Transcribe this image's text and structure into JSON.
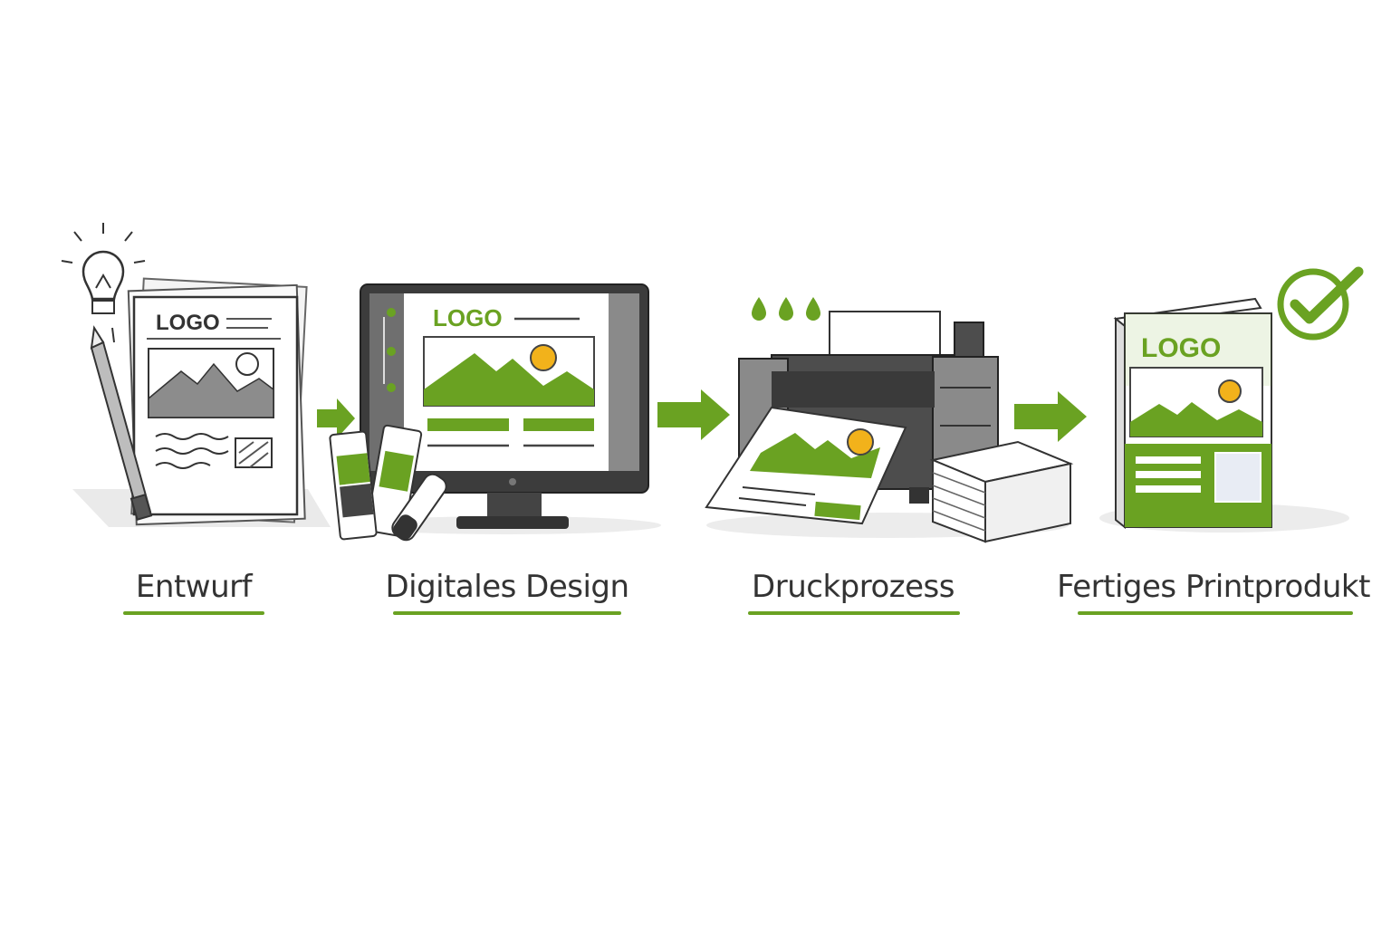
{
  "colors": {
    "accent": "#6aa222",
    "sun": "#f2b21b",
    "ink": "#333333",
    "printer": "#4d4d4d"
  },
  "steps": [
    {
      "label": "Entwurf",
      "logo": "LOGO",
      "icon": "sketch-paper-icon"
    },
    {
      "label": "Digitales Design",
      "logo": "LOGO",
      "icon": "monitor-icon"
    },
    {
      "label": "Druckprozess",
      "icon": "printer-icon"
    },
    {
      "label": "Fertiges Printprodukt",
      "logo": "LOGO",
      "icon": "brochure-icon"
    }
  ]
}
